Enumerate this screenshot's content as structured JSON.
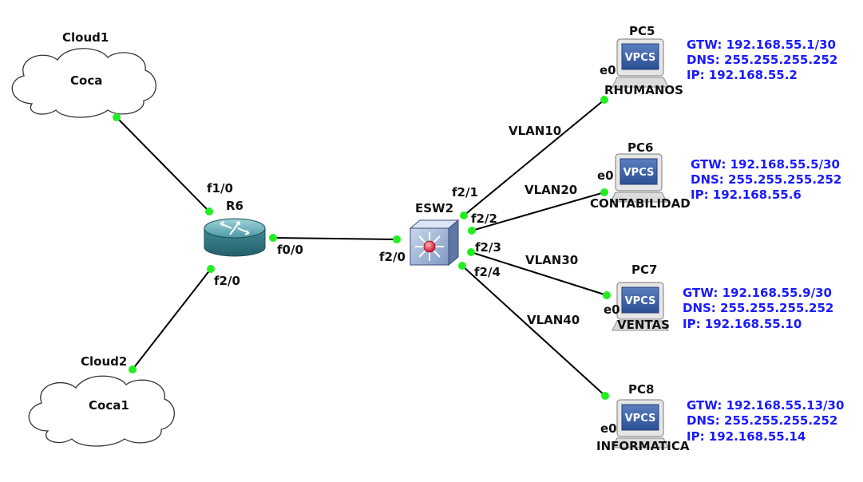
{
  "colors": {
    "link": "#000000",
    "port_dot": "#22ee22",
    "note_text": "#1a1aff",
    "label_text": "#111111"
  },
  "nodes": {
    "cloud1": {
      "name": "Cloud1",
      "inner": "Coca"
    },
    "cloud2": {
      "name": "Cloud2",
      "inner": "Coca1"
    },
    "r6": {
      "name": "R6"
    },
    "esw2": {
      "name": "ESW2"
    },
    "pc5": {
      "name": "PC5",
      "screen": "VPCS",
      "dept": "RHUMANOS",
      "port": "e0"
    },
    "pc6": {
      "name": "PC6",
      "screen": "VPCS",
      "dept": "CONTABILIDAD",
      "port": "e0"
    },
    "pc7": {
      "name": "PC7",
      "screen": "VPCS",
      "dept": "VENTAS",
      "port": "e0"
    },
    "pc8": {
      "name": "PC8",
      "screen": "VPCS",
      "dept": "INFORMATICA",
      "port": "e0"
    }
  },
  "ports": {
    "r6_f1_0": "f1/0",
    "r6_f0_0": "f0/0",
    "r6_f2_0": "f2/0",
    "esw2_f2_0": "f2/0",
    "esw2_f2_1": "f2/1",
    "esw2_f2_2": "f2/2",
    "esw2_f2_3": "f2/3",
    "esw2_f2_4": "f2/4"
  },
  "vlans": {
    "v10": "VLAN10",
    "v20": "VLAN20",
    "v30": "VLAN30",
    "v40": "VLAN40"
  },
  "notes": {
    "pc5": {
      "gtw": "GTW: 192.168.55.1/30",
      "dns": "DNS: 255.255.255.252",
      "ip": "IP: 192.168.55.2"
    },
    "pc6": {
      "gtw": "GTW: 192.168.55.5/30",
      "dns": "DNS: 255.255.255.252",
      "ip": "IP: 192.168.55.6"
    },
    "pc7": {
      "gtw": "GTW: 192.168.55.9/30",
      "dns": "DNS: 255.255.255.252",
      "ip": "IP: 192.168.55.10"
    },
    "pc8": {
      "gtw": "GTW: 192.168.55.13/30",
      "dns": "DNS: 255.255.255.252",
      "ip": "IP: 192.168.55.14"
    }
  }
}
